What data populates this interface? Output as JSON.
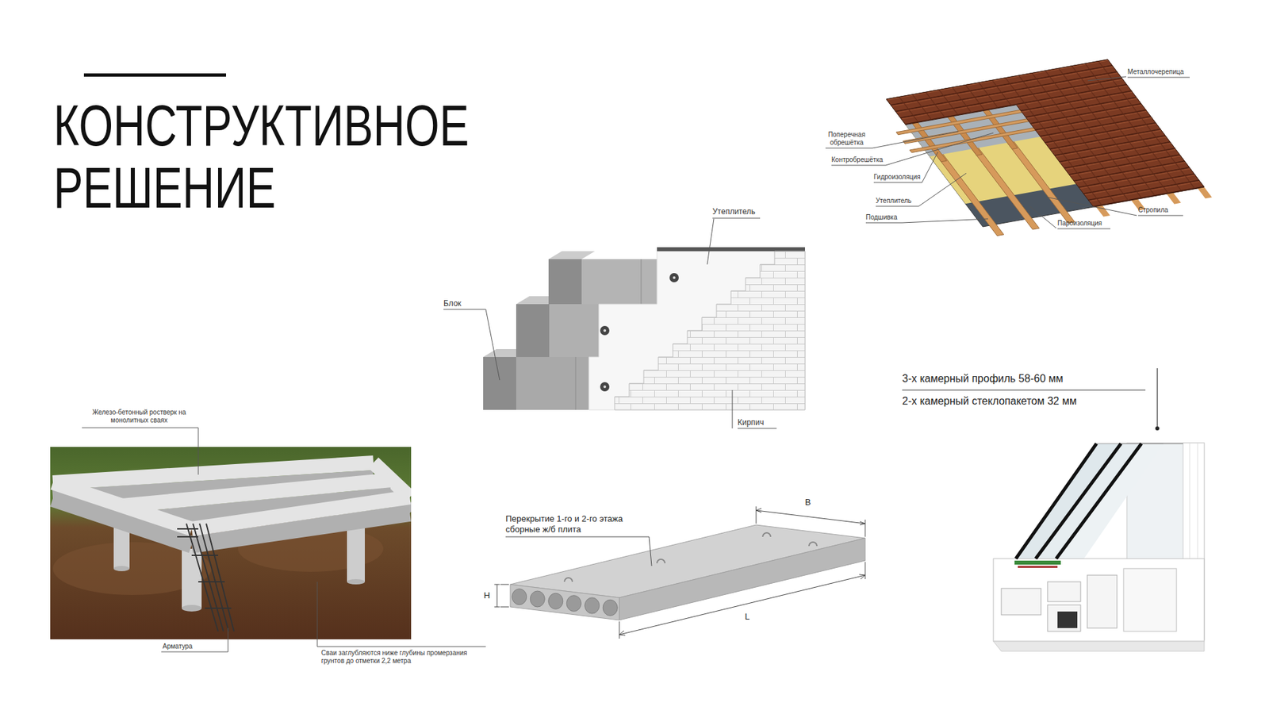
{
  "diagram": {
    "title": "КОНСТРУКТИВНОЕ РЕШЕНИЕ",
    "labels": [
      "Металлочерепица",
      "Поперечная обрешётка",
      "Контробрешётка",
      "Гидроизоляция",
      "Утеплитель",
      "Подшивка",
      "Стропила",
      "Пароизоляция",
      "Утеплитель",
      "Блок",
      "Кирпич",
      "3-х камерный профиль 58-60 мм",
      "2-х камерный стеклопакетом 32 мм",
      "Перекрытие 1-го и 2-го этажа сборные ж/б плита",
      "H",
      "B",
      "L",
      "Железо-бетонный ростверк на монолитных сваях",
      "Арматура",
      "Сваи заглубляются ниже глубины промерзания грунтов до отметки 2,2 метра"
    ]
  }
}
